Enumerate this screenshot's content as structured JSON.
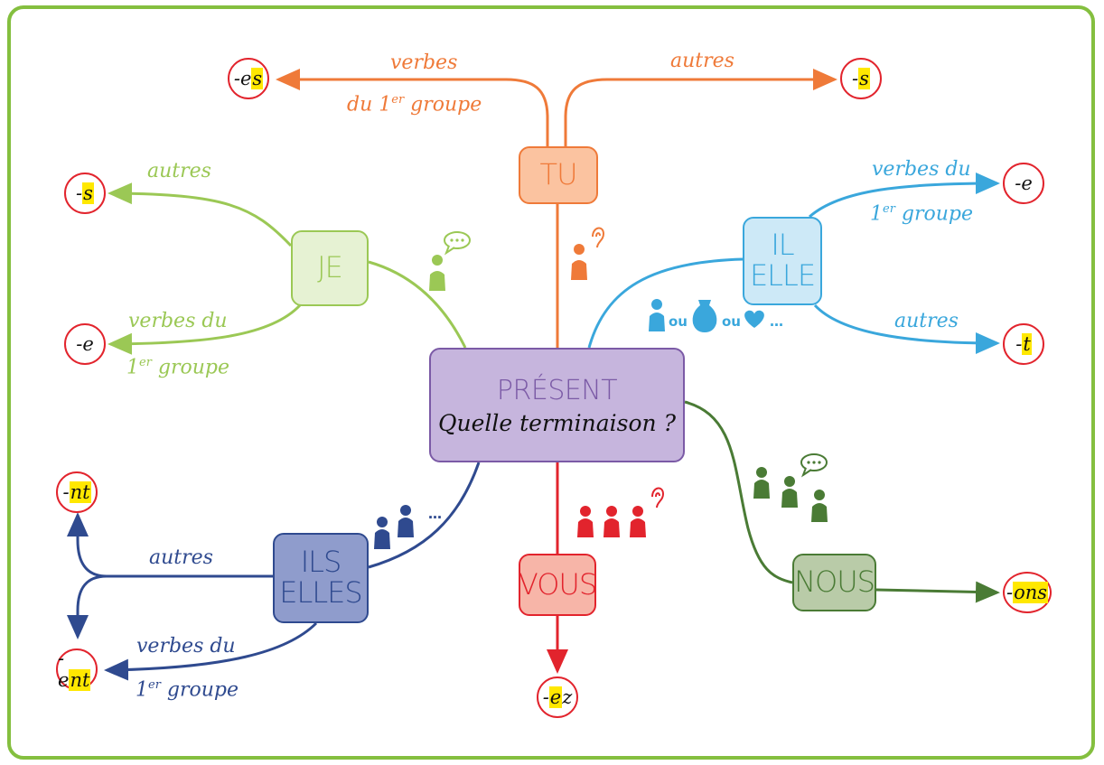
{
  "center": {
    "title": "PRÉSENT",
    "subtitle": "Quelle terminaison ?"
  },
  "colors": {
    "border": "#84bf3f",
    "tu": "#ef7a39",
    "je": "#9bc855",
    "il": "#3aa7dc",
    "ils": "#2f4a8f",
    "vous": "#e2242d",
    "nous": "#4a7b35",
    "center": "#c6b5dd"
  },
  "branches": {
    "tu": {
      "pronoun": "TU",
      "ending_first": "-es",
      "ending_first_highlight": "s",
      "label_first_line1": "verbes",
      "label_first_line2": "du 1",
      "label_first_sup": "er",
      "label_first_line2b": " groupe",
      "ending_other": "-s",
      "ending_other_highlight": "s",
      "label_other": "autres"
    },
    "je": {
      "pronoun": "JE",
      "ending_other": "-s",
      "ending_other_highlight": "s",
      "label_other": "autres",
      "ending_first": "-e",
      "label_first_line1": "verbes du",
      "label_first_line2a": "1",
      "label_first_sup": "er",
      "label_first_line2b": " groupe"
    },
    "il": {
      "pronoun_line1": "IL",
      "pronoun_line2": "ELLE",
      "ending_first": "-e",
      "label_first_line1": "verbes du",
      "label_first_line2a": "1",
      "label_first_sup": "er",
      "label_first_line2b": " groupe",
      "ending_other": "-t",
      "ending_other_highlight": "t",
      "label_other": "autres",
      "or_word": "ou",
      "ellipsis": "…"
    },
    "ils": {
      "pronoun_line1": "ILS",
      "pronoun_line2": "ELLES",
      "ending_other": "-nt",
      "ending_other_highlight": "nt",
      "label_other": "autres",
      "ending_first": "-ent",
      "ending_first_highlight": "nt",
      "label_first_line1": "verbes du",
      "label_first_line2a": "1",
      "label_first_sup": "er",
      "label_first_line2b": " groupe",
      "ellipsis": "…"
    },
    "vous": {
      "pronoun": "VOUS",
      "ending": "-ez",
      "ending_highlight": "e"
    },
    "nous": {
      "pronoun": "NOUS",
      "ending": "-ons",
      "ending_highlight": "ons"
    }
  },
  "icons": [
    "speech-bubble-icon",
    "ear-icon",
    "person-icon",
    "vase-icon",
    "heart-icon"
  ]
}
